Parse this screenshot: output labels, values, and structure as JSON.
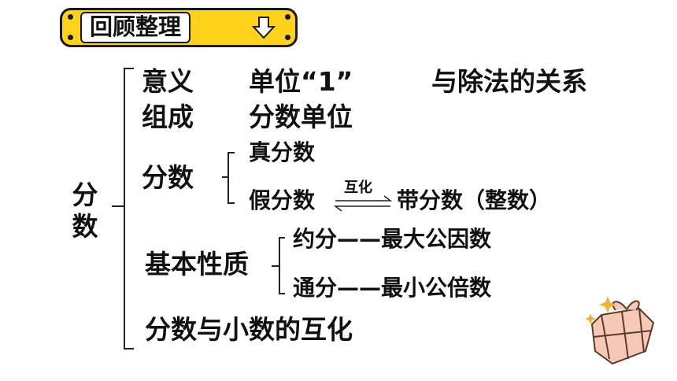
{
  "header": {
    "title": "回顾整理"
  },
  "root": {
    "label": "分数"
  },
  "rows": {
    "meaning": "意义",
    "unit_one": "单位“1”",
    "division": "与除法的关系",
    "composition": "组成",
    "fraction_unit": "分数单位",
    "fraction": "分数",
    "proper": "真分数",
    "improper": "假分数",
    "convert_label": "互化",
    "mixed": "带分数（整数）",
    "property": "基本性质",
    "reduce": "约分——最大公因数",
    "common_denominator": "通分——最小公倍数",
    "decimal_conversion": "分数与小数的互化"
  },
  "colors": {
    "badge": "#ffd21c",
    "text": "#111111"
  },
  "icons": {
    "download": "arrow-down-icon",
    "gift": "gift-icon"
  }
}
